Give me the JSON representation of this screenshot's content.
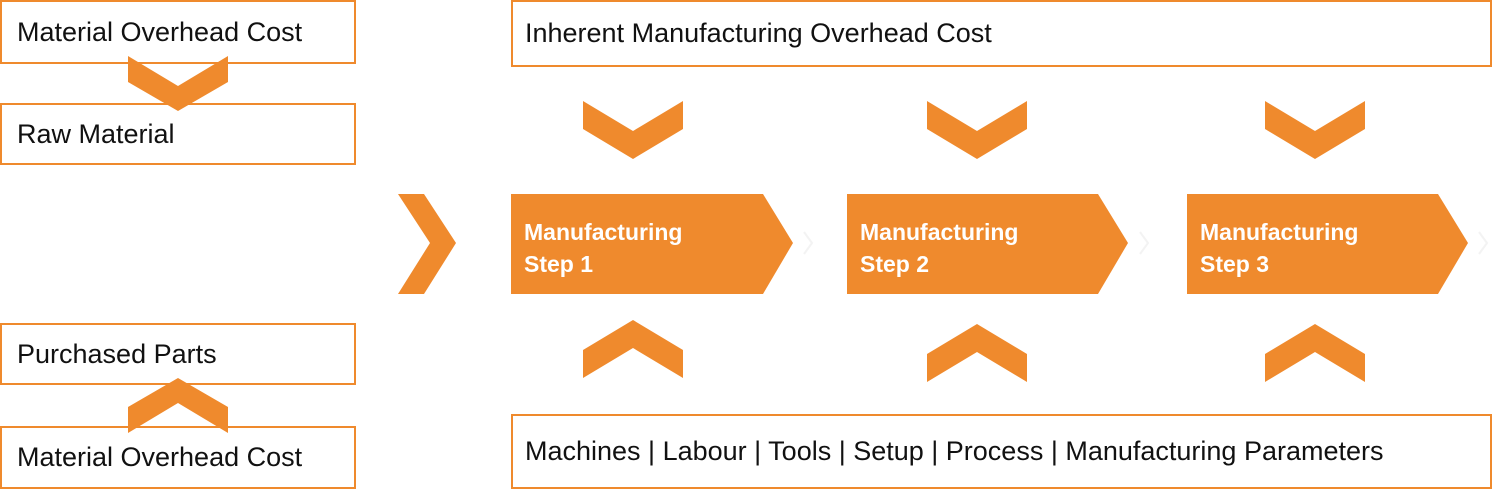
{
  "left": {
    "top_overhead": "Material Overhead Cost",
    "raw_material": "Raw Material",
    "purchased_parts": "Purchased Parts",
    "bottom_overhead": "Material Overhead Cost"
  },
  "top_box": "Inherent Manufacturing Overhead Cost",
  "steps": [
    {
      "line1": "Manufacturing",
      "line2": "Step 1"
    },
    {
      "line1": "Manufacturing",
      "line2": "Step 2"
    },
    {
      "line1": "Manufacturing",
      "line2": "Step 3"
    }
  ],
  "bottom_box": "Machines | Labour | Tools | Setup | Process | Manufacturing Parameters",
  "colors": {
    "accent": "#EF8A2D",
    "border": "#EF8A2D",
    "text": "#111111",
    "step_text": "#ffffff"
  },
  "icons": [
    "chevron-down-icon",
    "chevron-up-icon",
    "chevron-right-icon"
  ]
}
